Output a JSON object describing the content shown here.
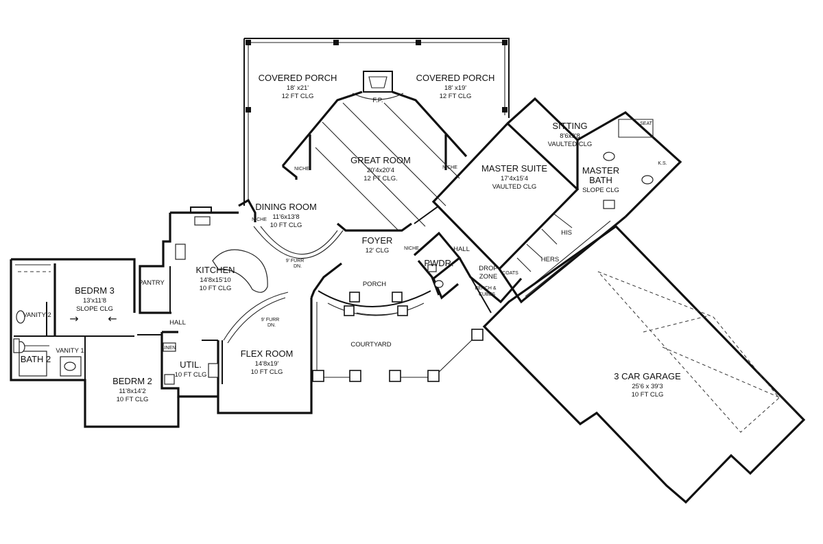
{
  "rooms": {
    "covered_porch_left": {
      "name": "COVERED PORCH",
      "dims": "18' x21'",
      "ceiling": "12 FT CLG"
    },
    "covered_porch_right": {
      "name": "COVERED PORCH",
      "dims": "18' x19'",
      "ceiling": "12 FT CLG"
    },
    "great_room": {
      "name": "GREAT ROOM",
      "dims": "20'4x20'4",
      "ceiling": "12 FT CLG."
    },
    "dining_room": {
      "name": "DINING ROOM",
      "dims": "11'6x13'8",
      "ceiling": "10 FT CLG"
    },
    "foyer": {
      "name": "FOYER",
      "ceiling": "12' CLG"
    },
    "kitchen": {
      "name": "KITCHEN",
      "dims": "14'8x15'10",
      "ceiling": "10 FT CLG"
    },
    "master_suite": {
      "name": "MASTER SUITE",
      "dims": "17'4x15'4",
      "ceiling": "VAULTED CLG"
    },
    "sitting": {
      "name": "SITTING",
      "dims": "8'6x9'8",
      "ceiling": "VAULTED CLG"
    },
    "master_bath": {
      "name": "MASTER",
      "name2": "BATH",
      "ceiling": "SLOPE CLG"
    },
    "bedroom_3": {
      "name": "BEDRM 3",
      "dims": "13'x11'8",
      "ceiling": "SLOPE CLG"
    },
    "bedroom_2": {
      "name": "BEDRM 2",
      "dims": "11'8x14'2",
      "ceiling": "10 FT CLG"
    },
    "flex_room": {
      "name": "FLEX ROOM",
      "dims": "14'8x19'",
      "ceiling": "10 FT CLG"
    },
    "util": {
      "name": "UTIL.",
      "ceiling": "10 FT CLG"
    },
    "garage": {
      "name": "3 CAR GARAGE",
      "dims": "25'6 x 39'3",
      "ceiling": "10 FT CLG"
    },
    "porch": {
      "name": "PORCH"
    },
    "courtyard": {
      "name": "COURTYARD"
    },
    "pantry": {
      "name": "PANTRY"
    },
    "hall_left": {
      "name": "HALL"
    },
    "hall_right": {
      "name": "HALL"
    },
    "pwdr": {
      "name": "PWDR."
    },
    "drop_zone": {
      "name": "DROP",
      "name2": "ZONE"
    },
    "vanity_1": {
      "name": "VANITY 1"
    },
    "vanity_2": {
      "name": "VANITY 2"
    },
    "bath_2": {
      "name": "BATH 2"
    },
    "linen": {
      "name": "LINEN"
    },
    "his": {
      "name": "HIS"
    },
    "hers": {
      "name": "HERS"
    }
  },
  "annotations": {
    "fp": "F.P.",
    "niche_1": "NICHE",
    "niche_2": "NICHE",
    "niche_3": "NICHE",
    "niche_4": "NICHE",
    "coats": "COATS",
    "bench_1": "BENCH &",
    "bench_2": "CUBES",
    "seat": "SEAT",
    "ks": "K.S.",
    "furr_dining_1": "9' FURR",
    "furr_dining_2": "DN.",
    "furr_flex_1": "9' FURR",
    "furr_flex_2": "DN.",
    "bedroom3_arrow_right": "→",
    "bedroom3_arrow_left": "←"
  }
}
